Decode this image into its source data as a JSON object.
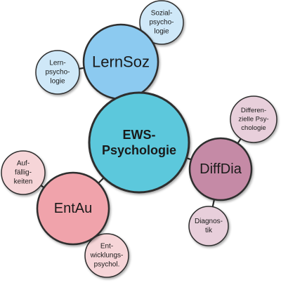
{
  "center": {
    "lines": [
      "EWS-",
      "Psychologie"
    ],
    "color": "#5cc8dc"
  },
  "hubs": [
    {
      "id": "lernsoz",
      "label": "LernSoz",
      "color": "#8ccaf0",
      "children": [
        {
          "id": "sozialpsychologie",
          "lines": [
            "Sozial-",
            "psycho-",
            "logie"
          ],
          "color": "#cfe8f8"
        },
        {
          "id": "lernpsychologie",
          "lines": [
            "Lern-",
            "psycho-",
            "logie"
          ],
          "color": "#cfe8f8"
        }
      ]
    },
    {
      "id": "diffdia",
      "label": "DiffDia",
      "color": "#c58aa6",
      "children": [
        {
          "id": "differentielle-psychologie",
          "lines": [
            "Differen-",
            "zielle Psy-",
            "chologie"
          ],
          "color": "#e8cfdb"
        },
        {
          "id": "diagnostik",
          "lines": [
            "Diagnos-",
            "tik"
          ],
          "color": "#e8cfdb"
        }
      ]
    },
    {
      "id": "entau",
      "label": "EntAu",
      "color": "#f0a3ab",
      "children": [
        {
          "id": "auffaelligkeiten",
          "lines": [
            "Auf-",
            "fällig-",
            "keiten"
          ],
          "color": "#f6d5d8"
        },
        {
          "id": "entwicklungspsychologie",
          "lines": [
            "Ent-",
            "wicklungs-",
            "psychol."
          ],
          "color": "#f6d5d8"
        }
      ]
    }
  ]
}
